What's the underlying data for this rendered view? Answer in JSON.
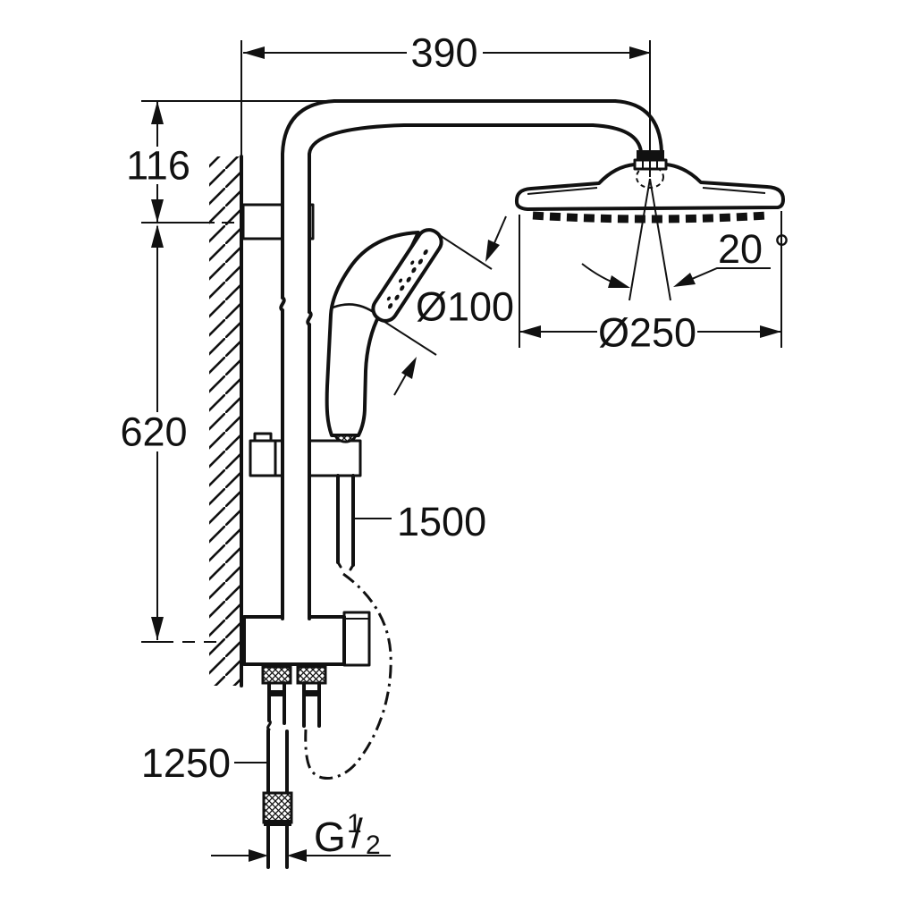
{
  "diagram": {
    "background": "#ffffff",
    "line_color": "#111111",
    "labels": {
      "arm_projection": "390",
      "arm_drop": "116",
      "rail_length": "620",
      "hand_shower_diameter": "Ø100",
      "spray_angle": "20 °",
      "head_shower_diameter": "Ø250",
      "shower_hose_length": "1500",
      "supply_hose_length": "1250",
      "thread_g": "G",
      "thread_numerator": "1",
      "thread_slash": "/",
      "thread_denominator": "2"
    }
  }
}
